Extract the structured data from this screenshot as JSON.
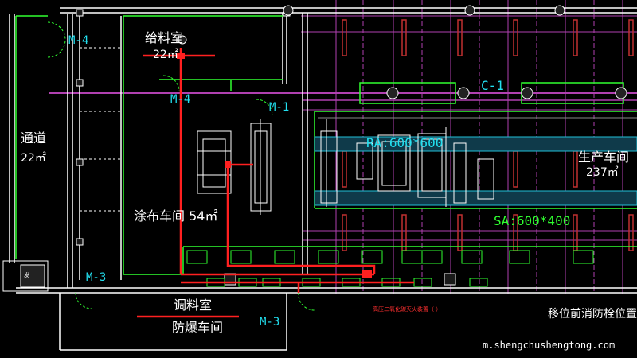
{
  "rooms": {
    "feed_room": {
      "name": "给料室",
      "area": "22㎡"
    },
    "corridor": {
      "name": "通道",
      "area": "22㎡"
    },
    "coating_room": {
      "name": "涂布车间 54㎡"
    },
    "production": {
      "name": "生产车间",
      "area": "237㎡"
    },
    "mixing_room": {
      "name": "调料室"
    },
    "explosion_proof": {
      "name": "防爆车间"
    }
  },
  "doors": {
    "m4_upper": "M-4",
    "m4_lower": "M-4",
    "m1": "M-1",
    "m3_left": "M-3",
    "m3_bottom": "M-3"
  },
  "ducts": {
    "c1": "C-1",
    "ra": "RA:600*600",
    "sa": "SA:600*400"
  },
  "notes": {
    "relocated_hydrant": "移位前消防栓位置",
    "co2_note": "高压二氧化碳灭火装置（ ）",
    "equipment_tag": "发",
    "watermark": "m.shengchushengtong.com"
  },
  "colors": {
    "background": "#000000",
    "wall": "#ffffff",
    "partition_green": "#30ff30",
    "duct_magenta": "#b040b0",
    "co2_pipe_red": "#ff2020",
    "text_cyan": "#22e0f0"
  }
}
